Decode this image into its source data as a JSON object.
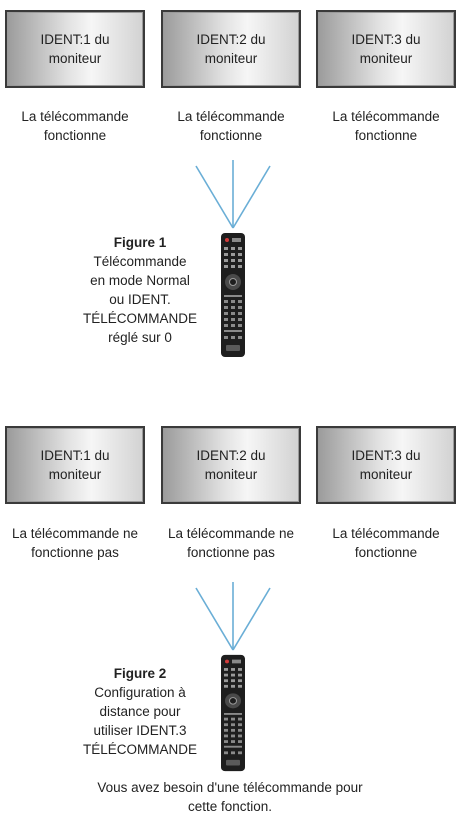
{
  "figure1": {
    "monitors": [
      {
        "label": "IDENT:1 du moniteur"
      },
      {
        "label": "IDENT:2 du moniteur"
      },
      {
        "label": "IDENT:3 du moniteur"
      }
    ],
    "status": [
      "La télécommande fonctionne",
      "La télécommande fonctionne",
      "La télécommande fonctionne"
    ],
    "caption": {
      "title": "Figure 1",
      "lines": [
        "Télécommande",
        "en mode Normal",
        "ou IDENT.",
        "TÉLÉCOMMANDE",
        "réglé sur 0"
      ]
    }
  },
  "figure2": {
    "monitors": [
      {
        "label": "IDENT:1 du moniteur"
      },
      {
        "label": "IDENT:2 du moniteur"
      },
      {
        "label": "IDENT:3 du moniteur"
      }
    ],
    "status": [
      "La télécommande ne fonctionne pas",
      "La télécommande ne fonctionne pas",
      "La télécommande fonctionne"
    ],
    "caption": {
      "title": "Figure 2",
      "lines": [
        "Configuration à",
        "distance pour",
        "utiliser IDENT.3",
        "TÉLÉCOMMANDE"
      ]
    }
  },
  "note": "Vous avez besoin d'une télécommande pour cette fonction.",
  "colors": {
    "beam": "#6aaed6",
    "monitor_border": "#3a3a3a",
    "remote_body": "#1e1e1e"
  },
  "icons": [
    "remote-control-icon",
    "signal-beam-icon"
  ]
}
